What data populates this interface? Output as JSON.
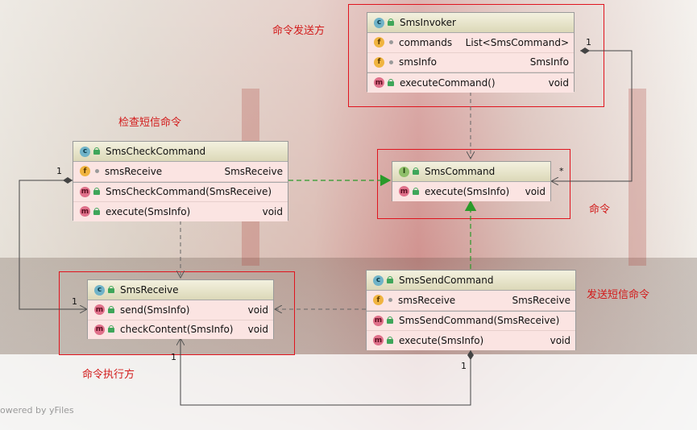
{
  "colors": {
    "annotation": "#d21b1b",
    "realization_edge": "#2a9a2a",
    "dependency_edge": "#666666",
    "association_edge": "#444444"
  },
  "labels": {
    "sender": "命令发送方",
    "check_command": "检查短信命令",
    "command": "命令",
    "send_command": "发送短信命令",
    "receiver": "命令执行方"
  },
  "classes": {
    "invoker": {
      "name": "SmsInvoker",
      "kind_icon": "class-icon",
      "members": [
        {
          "icon": "f",
          "name": "commands",
          "type": "List<SmsCommand>"
        },
        {
          "icon": "f",
          "name": "smsInfo",
          "type": "SmsInfo"
        },
        {
          "icon": "m",
          "name": "executeCommand()",
          "type": "void"
        }
      ]
    },
    "check": {
      "name": "SmsCheckCommand",
      "kind_icon": "class-icon",
      "members": [
        {
          "icon": "f",
          "name": "smsReceive",
          "type": "SmsReceive"
        },
        {
          "icon": "m",
          "name": "SmsCheckCommand(SmsReceive)",
          "type": ""
        },
        {
          "icon": "m",
          "name": "execute(SmsInfo)",
          "type": "void"
        }
      ]
    },
    "command": {
      "name": "SmsCommand",
      "kind_icon": "interface-icon",
      "members": [
        {
          "icon": "m",
          "name": "execute(SmsInfo)",
          "type": "void"
        }
      ]
    },
    "receive": {
      "name": "SmsReceive",
      "kind_icon": "class-icon",
      "members": [
        {
          "icon": "m",
          "name": "send(SmsInfo)",
          "type": "void"
        },
        {
          "icon": "m",
          "name": "checkContent(SmsInfo)",
          "type": "void"
        }
      ]
    },
    "send": {
      "name": "SmsSendCommand",
      "kind_icon": "class-icon",
      "members": [
        {
          "icon": "f",
          "name": "smsReceive",
          "type": "SmsReceive"
        },
        {
          "icon": "m",
          "name": "SmsSendCommand(SmsReceive)",
          "type": ""
        },
        {
          "icon": "m",
          "name": "execute(SmsInfo)",
          "type": "void"
        }
      ]
    }
  },
  "multiplicities": {
    "invoker_end": "1",
    "command_end": "*",
    "check_end": "1",
    "receive_left": "1",
    "receive_bottom": "1",
    "send_end": "1"
  },
  "watermark": "owered by yFiles"
}
